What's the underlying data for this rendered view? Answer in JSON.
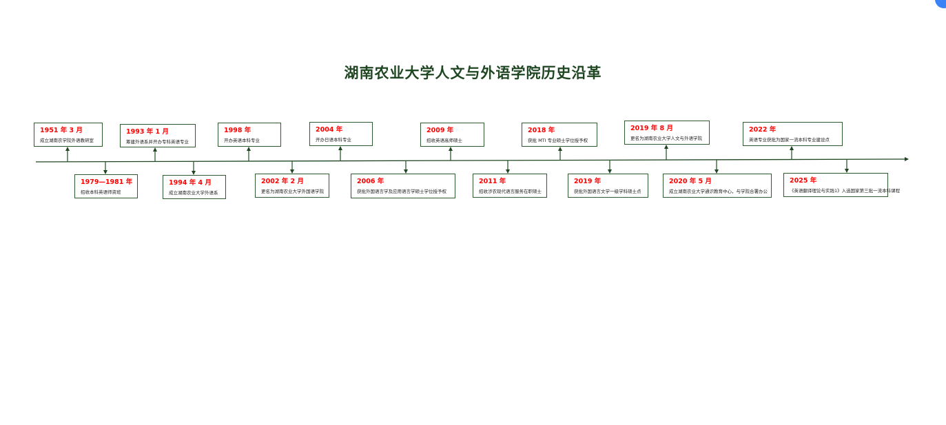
{
  "title": "湖南农业大学人文与外语学院历史沿革",
  "top": [
    {
      "year": "1951 年 3 月",
      "desc": "成立湖南农学院外语教研室"
    },
    {
      "year": "1993 年 1 月",
      "desc": "筹建外语系并开办专科英语专业"
    },
    {
      "year": "1998 年",
      "desc": "开办英语本科专业"
    },
    {
      "year": "2004 年",
      "desc": "开办日语本科专业"
    },
    {
      "year": "2009 年",
      "desc": "招收英语高师硕士"
    },
    {
      "year": "2018 年",
      "desc": "获批 MTI 专业硕士学位授予权"
    },
    {
      "year": "2019 年 8 月",
      "desc": "更名为湖南农业大学人文与外语学院"
    },
    {
      "year": "2022 年",
      "desc": "英语专业获批为国家一流本科专业建设点"
    }
  ],
  "bottom": [
    {
      "year": "1979—1981 年",
      "desc": "招收本科英语师资班"
    },
    {
      "year": "1994 年 4 月",
      "desc": "成立湖南农业大学外语系"
    },
    {
      "year": "2002 年 2 月",
      "desc": "更名为湖南农业大学外国语学院"
    },
    {
      "year": "2006 年",
      "desc": "获批外国语言学及应用语言学硕士学位授予权"
    },
    {
      "year": "2011 年",
      "desc": "招收涉农现代语言服务在职硕士"
    },
    {
      "year": "2019 年",
      "desc": "获批外国语言文学一级学科硕士点"
    },
    {
      "year": "2020 年 5 月",
      "desc": "成立湖南农业大学通识教育中心，与学院合署办公"
    },
    {
      "year": "2025 年",
      "desc": "《英语翻译理论与实践1》入选国家第三批一流本科课程"
    }
  ]
}
